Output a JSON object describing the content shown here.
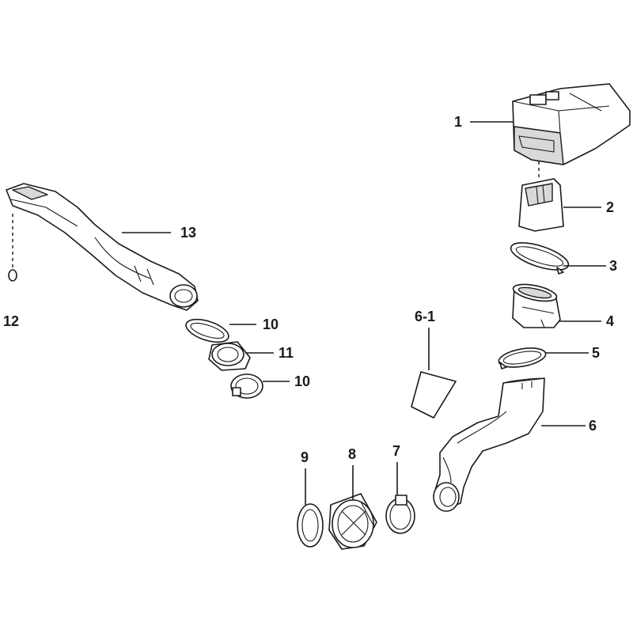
{
  "callouts": {
    "c1": "1",
    "c2": "2",
    "c3": "3",
    "c4": "4",
    "c5": "5",
    "c6": "6",
    "c6_1": "6-1",
    "c7": "7",
    "c8": "8",
    "c9": "9",
    "c10a": "10",
    "c10b": "10",
    "c11": "11",
    "c12": "12",
    "c13": "13"
  }
}
